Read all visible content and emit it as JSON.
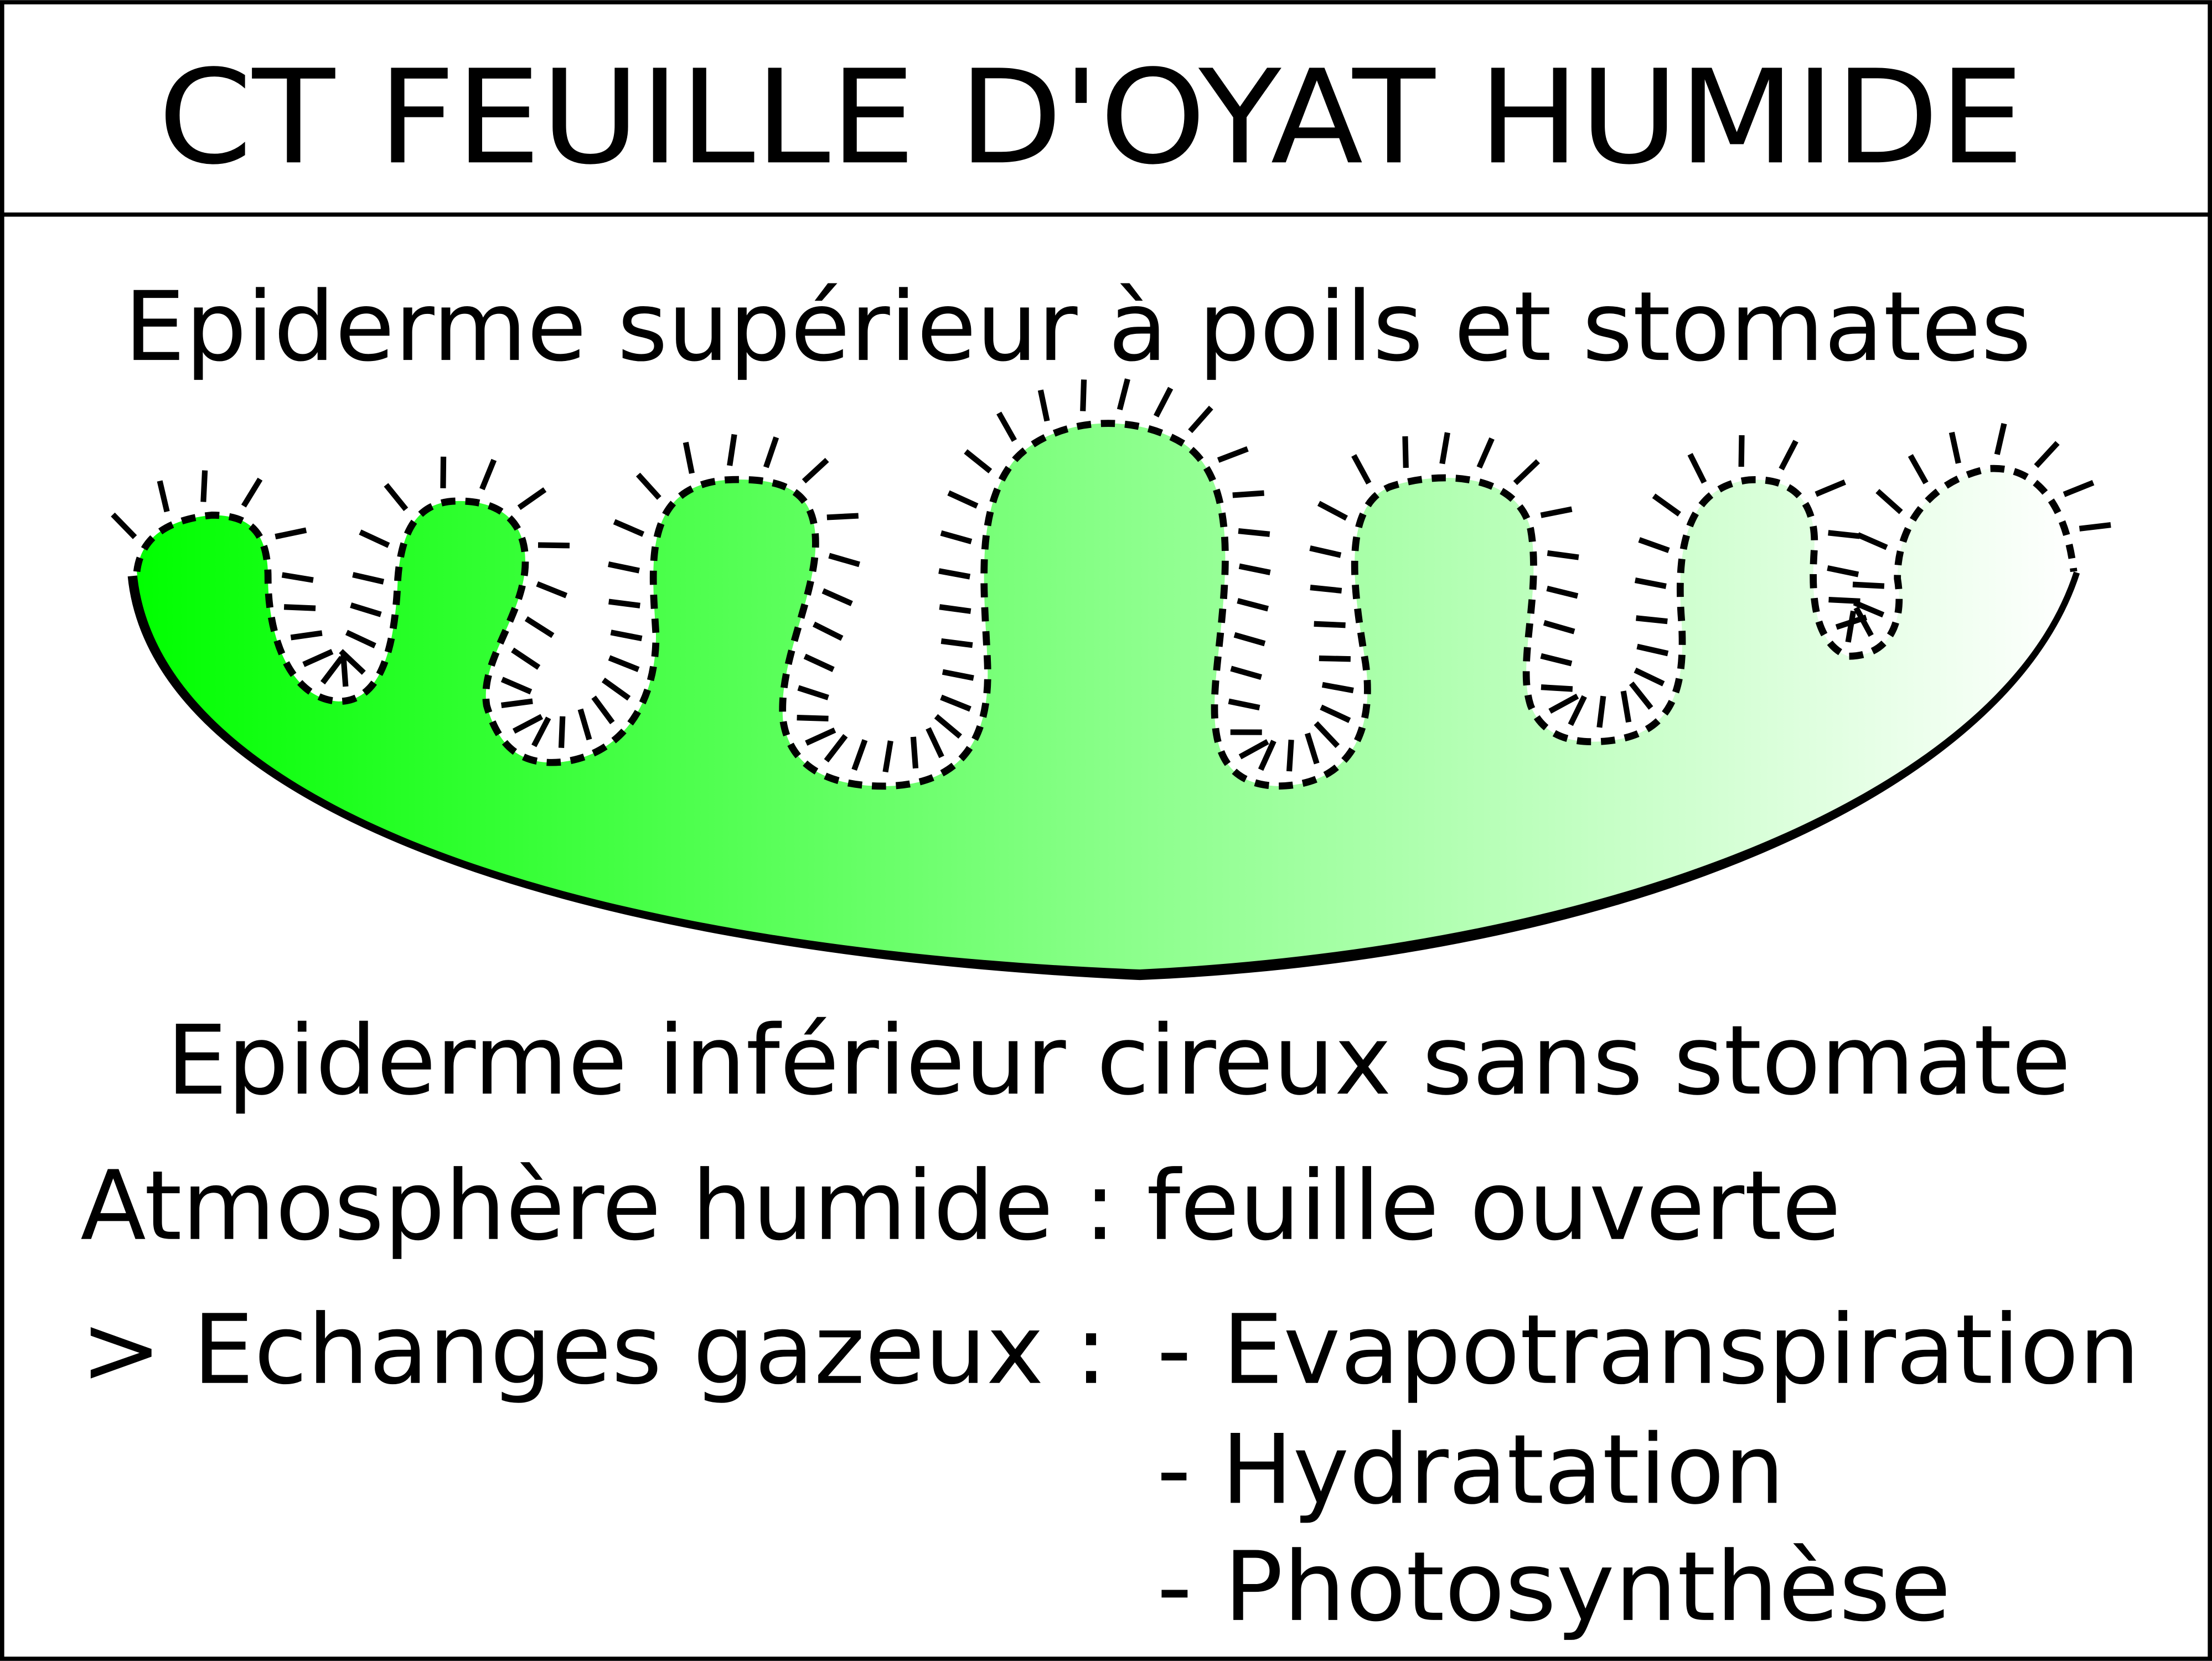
{
  "title": "CT FEUILLE D'OYAT HUMIDE",
  "labels": {
    "upper_epidermis": "Epiderme supérieur à poils et stomates",
    "lower_epidermis": "Epiderme inférieur cireux sans stomate"
  },
  "notes": {
    "condition": "Atmosphère humide : feuille ouverte",
    "exchanges_label": "> Echanges gazeux :",
    "exchanges": [
      "- Evapotranspiration",
      "- Hydratation",
      "- Photosynthèse"
    ]
  },
  "colors": {
    "leaf_gradient_start": "#00ff00",
    "leaf_gradient_mid": "#88ff88",
    "leaf_gradient_end": "#ffffff",
    "outline": "#000000"
  }
}
